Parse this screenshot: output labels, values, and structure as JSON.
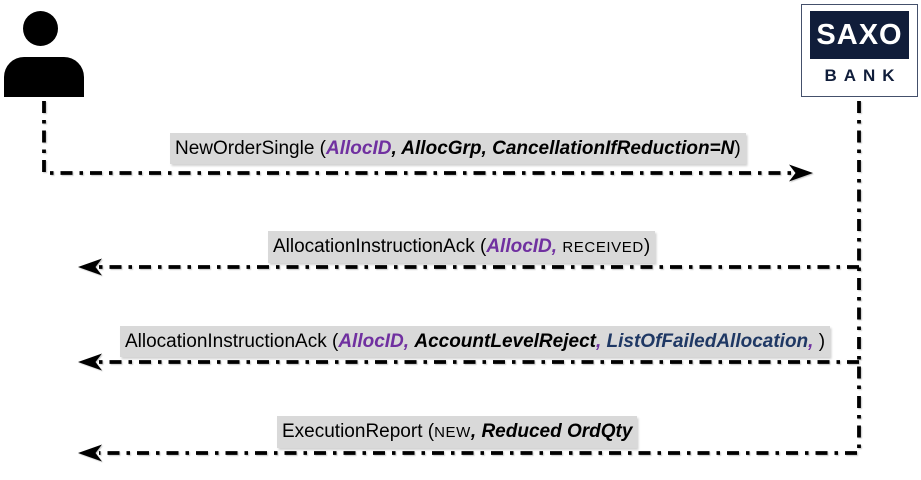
{
  "colors": {
    "purple": "#7030A0",
    "navy_text": "#1F3864",
    "label_bg": "#D9D9D9",
    "logo_navy": "#101D3A",
    "line": "#000000"
  },
  "actors": {
    "client": {
      "icon": "person-icon"
    },
    "bank": {
      "name_top": "SAXO",
      "name_bottom": "BANK"
    }
  },
  "messages": [
    {
      "direction": "right",
      "from": "client",
      "to": "bank",
      "parts": [
        {
          "t": "NewOrderSingle ("
        },
        {
          "t": "AllocID"
        },
        {
          "t": ", AllocGrp, CancellationIfReduction=N"
        },
        {
          "t": ")"
        }
      ]
    },
    {
      "direction": "left",
      "from": "bank",
      "to": "client",
      "parts": [
        {
          "t": "AllocationInstructionAck ("
        },
        {
          "t": "AllocID,"
        },
        {
          "t": " "
        },
        {
          "t": "RECEIVED"
        },
        {
          "t": ")"
        }
      ]
    },
    {
      "direction": "left",
      "from": "bank",
      "to": "client",
      "parts": [
        {
          "t": "AllocationInstructionAck ("
        },
        {
          "t": "AllocID,"
        },
        {
          "t": " "
        },
        {
          "t": "AccountLevelReject"
        },
        {
          "t": ", "
        },
        {
          "t": "ListOfFailedAllocation"
        },
        {
          "t": ","
        },
        {
          "t": " )"
        }
      ]
    },
    {
      "direction": "left",
      "from": "bank",
      "to": "client",
      "parts": [
        {
          "t": "ExecutionReport ("
        },
        {
          "t": "NEW"
        },
        {
          "t": ", "
        },
        {
          "t": "Reduced OrdQty"
        }
      ]
    }
  ]
}
